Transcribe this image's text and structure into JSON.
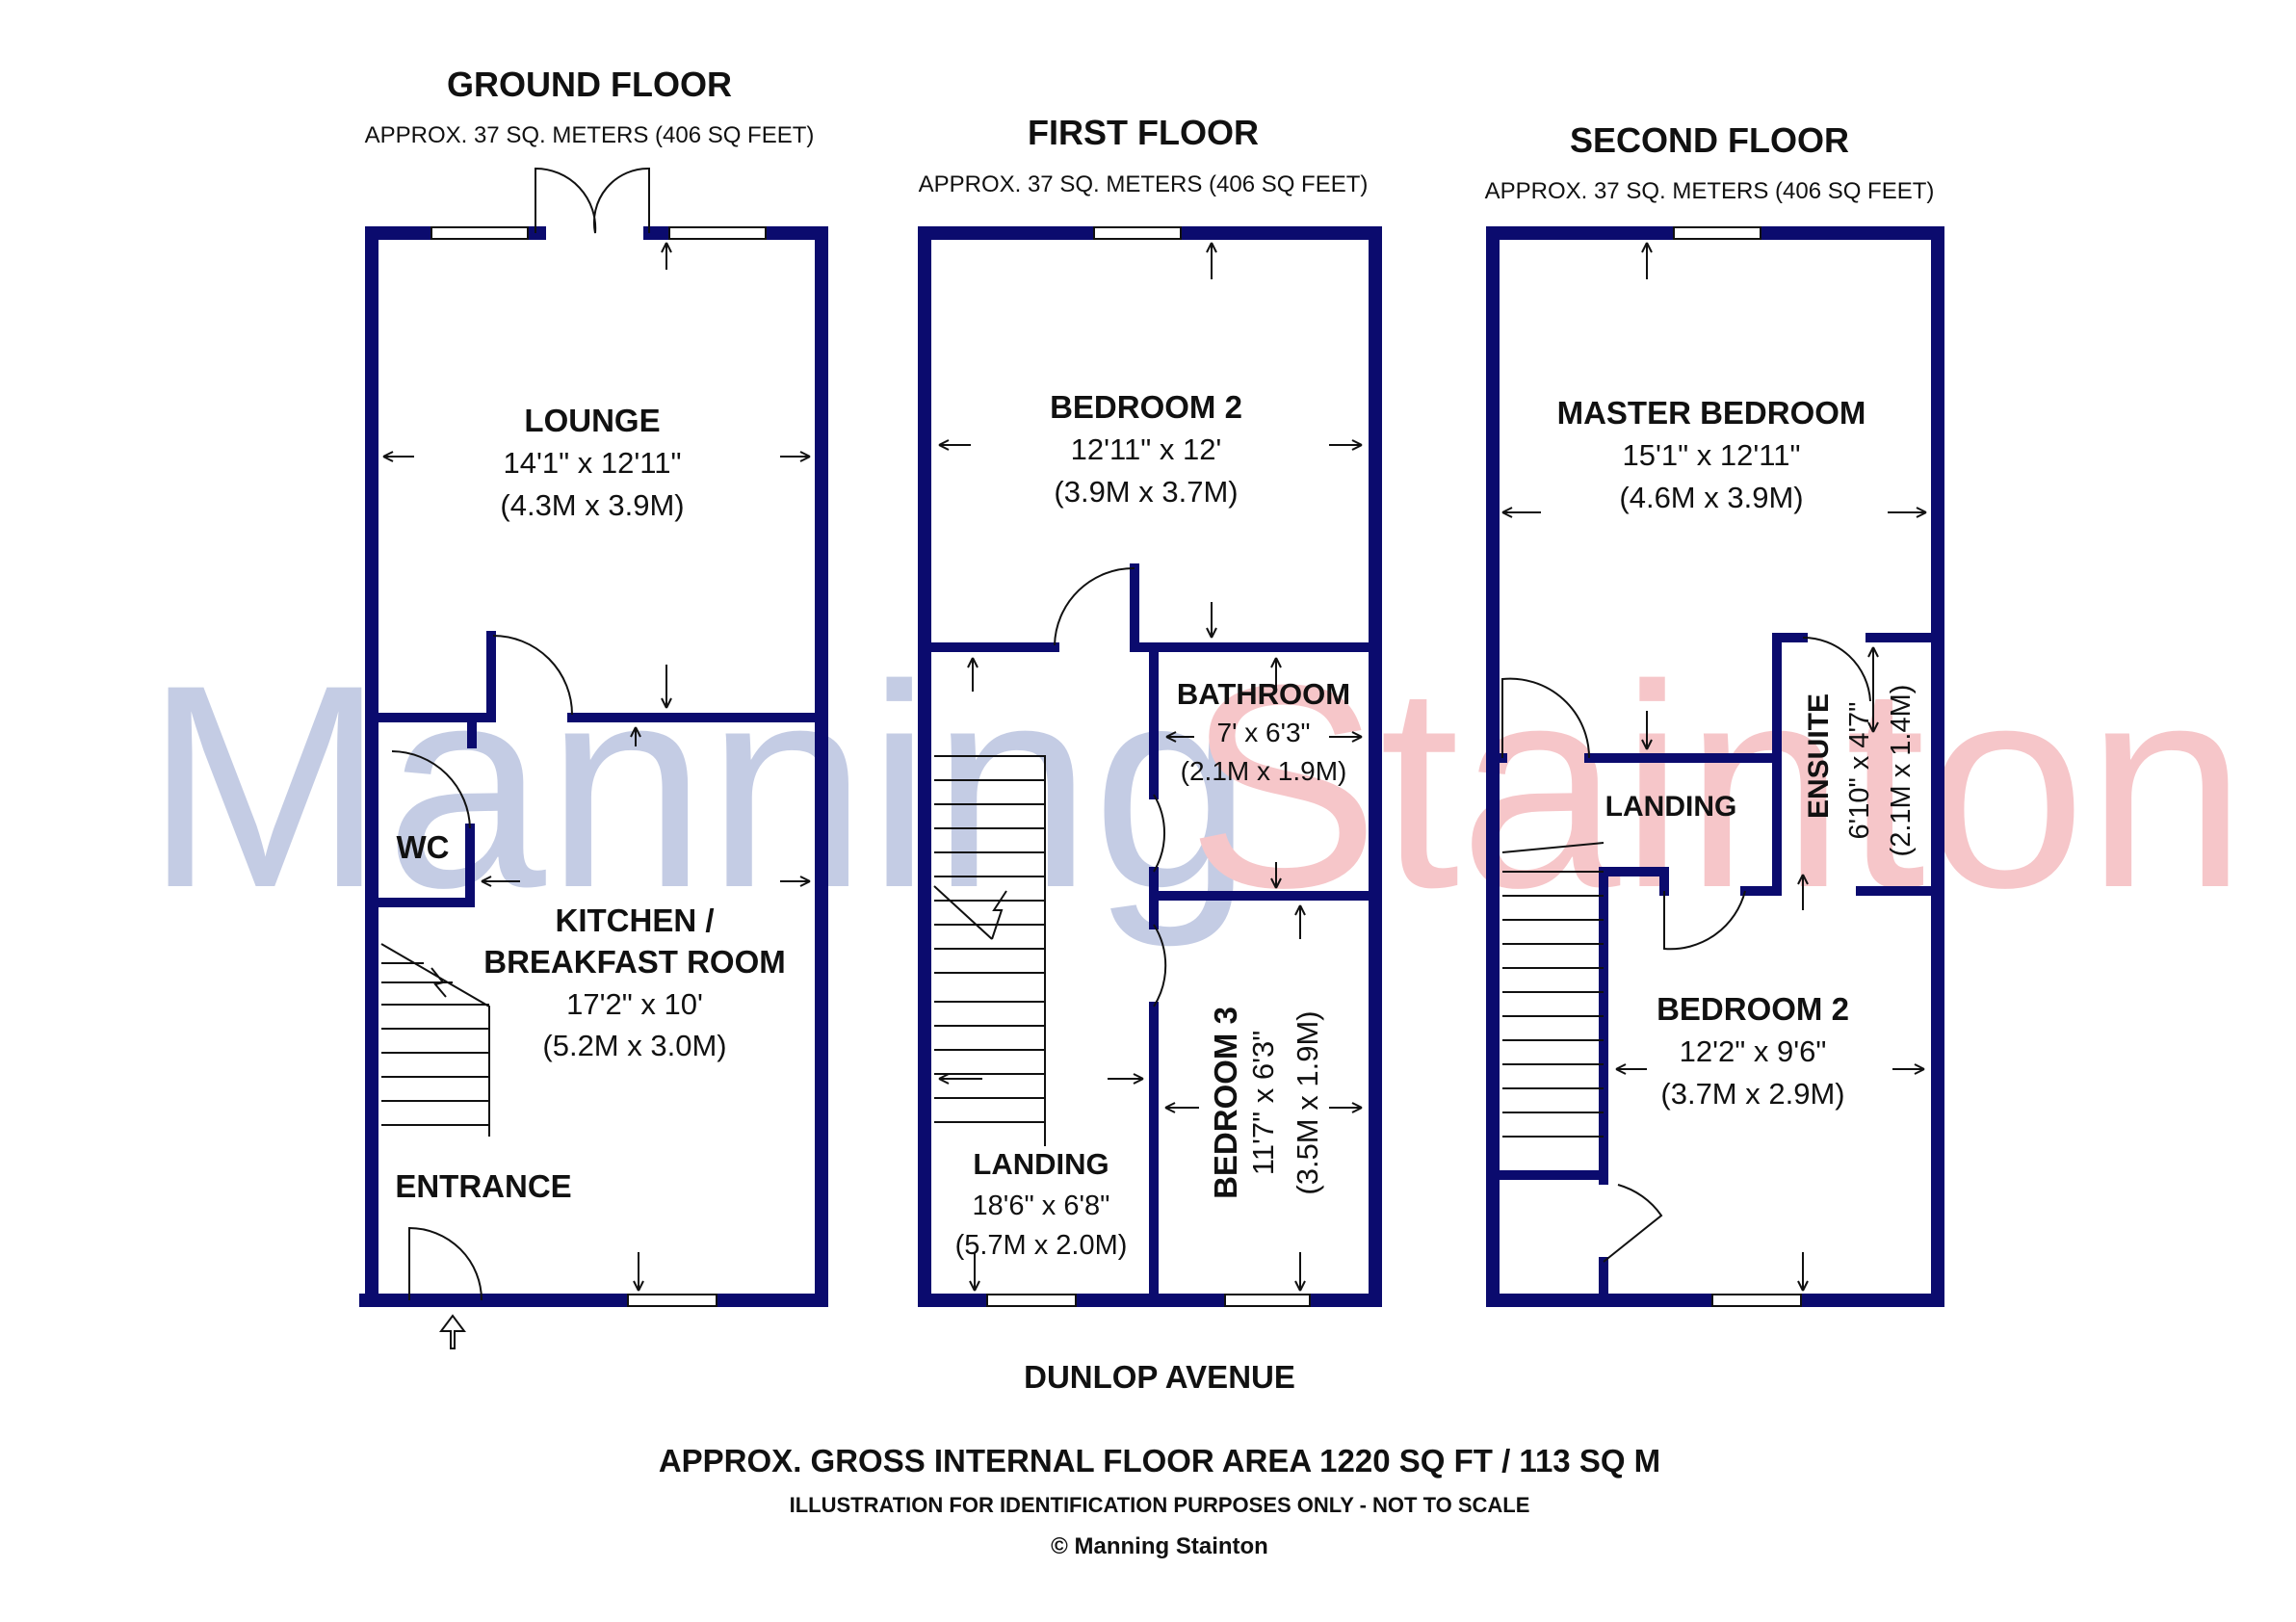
{
  "watermark": {
    "left": "Manning",
    "right": "Stainton",
    "left_color": "#c4cce4",
    "right_color": "#f6c6c9"
  },
  "wall_color": "#0b0b6e",
  "floors": [
    {
      "title": "GROUND FLOOR",
      "area": "APPROX. 37 SQ. METERS (406 SQ FEET)",
      "rooms": [
        {
          "name": "LOUNGE",
          "dims": "14'1\" x 12'11\"",
          "metric": "(4.3M x 3.9M)"
        },
        {
          "name": "WC"
        },
        {
          "name": "KITCHEN /",
          "name2": "BREAKFAST ROOM",
          "dims": "17'2\" x 10'",
          "metric": "(5.2M x 3.0M)"
        },
        {
          "name": "ENTRANCE"
        }
      ]
    },
    {
      "title": "FIRST FLOOR",
      "area": "APPROX. 37 SQ. METERS (406 SQ FEET)",
      "rooms": [
        {
          "name": "BEDROOM 2",
          "dims": "12'11\" x 12'",
          "metric": "(3.9M x 3.7M)"
        },
        {
          "name": "BATHROOM",
          "dims": "7' x 6'3\"",
          "metric": "(2.1M x 1.9M)"
        },
        {
          "name": "BEDROOM 3",
          "dims": "11'7\" x 6'3\"",
          "metric": "(3.5M x 1.9M)"
        },
        {
          "name": "LANDING",
          "dims": "18'6\" x 6'8\"",
          "metric": "(5.7M x 2.0M)"
        }
      ]
    },
    {
      "title": "SECOND FLOOR",
      "area": "APPROX. 37 SQ. METERS (406 SQ FEET)",
      "rooms": [
        {
          "name": "MASTER BEDROOM",
          "dims": "15'1\" x 12'11\"",
          "metric": "(4.6M x 3.9M)"
        },
        {
          "name": "ENSUITE",
          "dims": "6'10\" x 4'7\"",
          "metric": "(2.1M x 1.4M)"
        },
        {
          "name": "LANDING"
        },
        {
          "name": "BEDROOM 2",
          "dims": "12'2\" x 9'6\"",
          "metric": "(3.7M x 2.9M)"
        }
      ]
    }
  ],
  "street": "DUNLOP AVENUE",
  "footer": {
    "gross_area": "APPROX. GROSS INTERNAL FLOOR AREA 1220 SQ FT / 113 SQ M",
    "disclaimer": "ILLUSTRATION FOR IDENTIFICATION PURPOSES ONLY - NOT TO SCALE",
    "copyright": "© Manning Stainton"
  }
}
